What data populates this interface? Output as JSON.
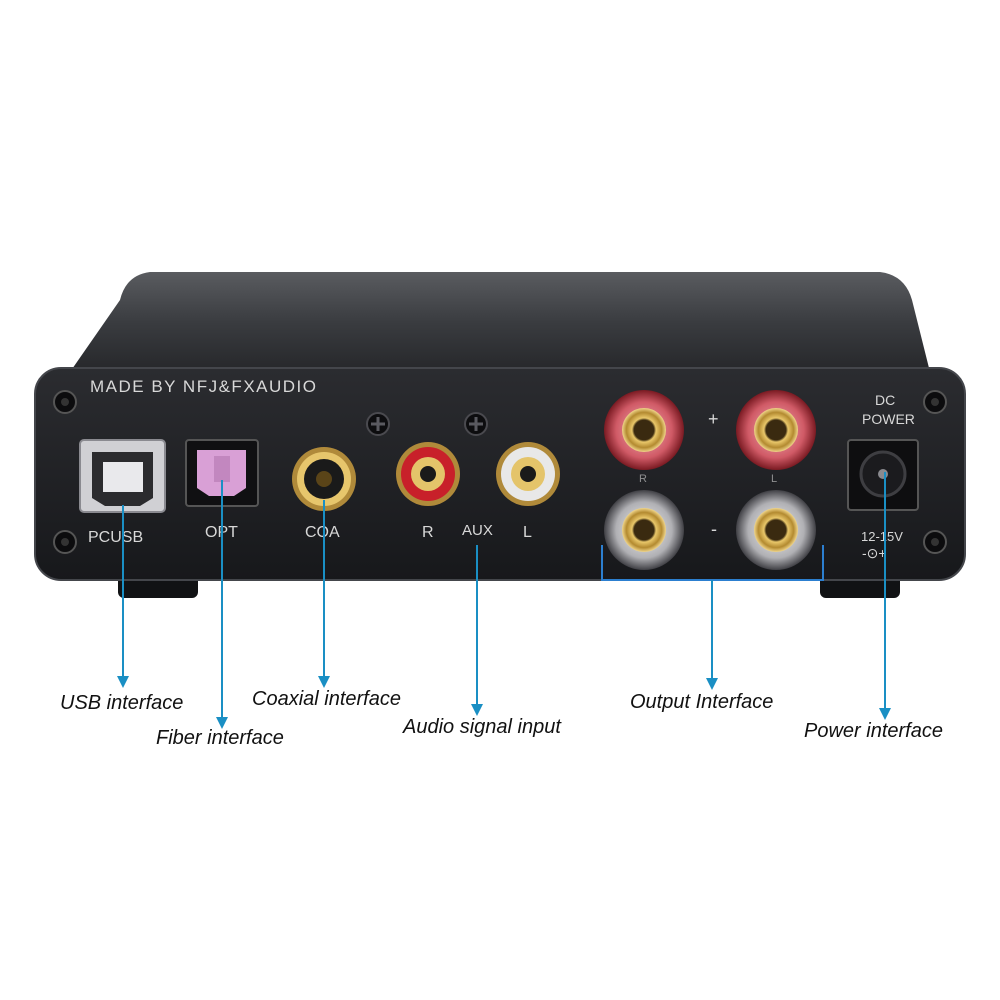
{
  "panel": {
    "brand": "MADE BY NFJ&FXAUDIO",
    "labels": {
      "pcusb": "PCUSB",
      "opt": "OPT",
      "coa": "COA",
      "r": "R",
      "aux": "AUX",
      "l": "L",
      "plus": "+",
      "minus": "-",
      "out_r": "R",
      "out_l": "L",
      "dc": "DC",
      "power": "POWER",
      "voltage": "12-15V",
      "polarity": "-⊙+"
    }
  },
  "callouts": {
    "usb": "USB interface",
    "fiber": "Fiber interface",
    "coaxial": "Coaxial interface",
    "audio": "Audio signal input",
    "output": "Output Interface",
    "power": "Power interface"
  },
  "colors": {
    "arrow": "#1a8fc4",
    "bracket": "#2c7fd0",
    "chassis": "#2a2b2e",
    "face": "#1c1d20",
    "rca_red": "#c8202a",
    "rca_white": "#e8e8e8",
    "gold": "#c9a24a",
    "opt_pink": "#d9a0d6"
  }
}
